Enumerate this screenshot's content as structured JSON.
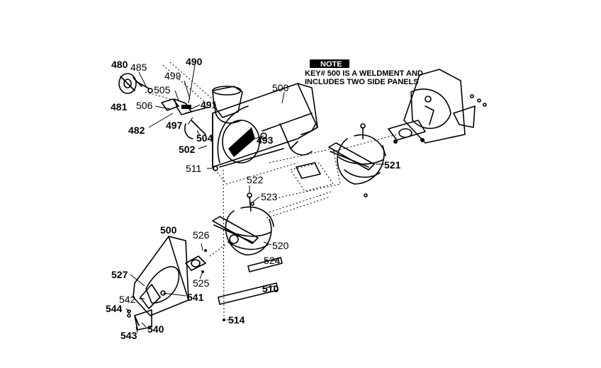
{
  "note": {
    "header": "NOTE",
    "line1": "KEY# 500 IS A WELDMENT AND",
    "line2": "INCLUDES TWO SIDE PANELS"
  },
  "labels": {
    "p480": "480",
    "p481": "481",
    "p482": "482",
    "p485": "485",
    "p490": "490",
    "p491": "491",
    "p493": "493",
    "p497": "497",
    "p499": "499",
    "p500_top": "500",
    "p500_left": "500",
    "p502": "502",
    "p504": "504",
    "p505": "505",
    "p506": "506",
    "p510": "510",
    "p511": "511",
    "p514": "514",
    "p520": "520",
    "p521": "521",
    "p522": "522",
    "p523": "523",
    "p524": "524",
    "p525": "525",
    "p526": "526",
    "p527": "527",
    "p540": "540",
    "p541": "541",
    "p542": "542",
    "p543": "543",
    "p544": "544"
  }
}
